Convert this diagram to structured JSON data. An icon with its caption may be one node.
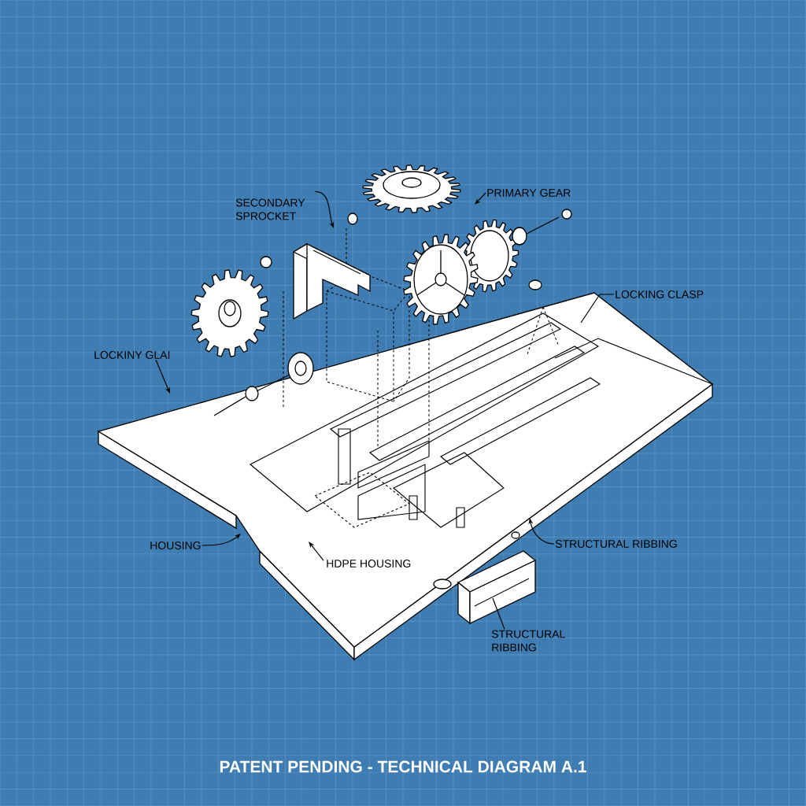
{
  "diagram": {
    "caption": "PATENT PENDING - TECHNICAL DIAGRAM A.1",
    "nodes": [
      {
        "text": [
          "SECONDARY SPROCKET"
        ]
      },
      {
        "text": [
          "PRIMARY GEAR"
        ]
      },
      {
        "text": [
          "LOCKING CLASP"
        ]
      },
      {
        "text": [
          "LOCKINY GLAI"
        ]
      },
      {
        "text": [
          "HOUSING"
        ]
      },
      {
        "text": [
          "HDPE HOUSING"
        ]
      },
      {
        "text": [
          "STRUCTURAL RIBBING"
        ]
      },
      {
        "text": [
          "STRUCTURAL RIBBING"
        ]
      }
    ],
    "edges": [
      {
        "from": 0,
        "to": null,
        "arrow": "to"
      },
      {
        "from": 1,
        "to": null,
        "arrow": "to"
      },
      {
        "from": 2,
        "to": null,
        "arrow": "none"
      },
      {
        "from": 3,
        "to": null,
        "arrow": "to"
      },
      {
        "from": 4,
        "to": null,
        "arrow": "to"
      },
      {
        "from": 5,
        "to": null,
        "arrow": "to"
      },
      {
        "from": 6,
        "to": null,
        "arrow": "to"
      },
      {
        "from": 7,
        "to": null,
        "arrow": "none"
      }
    ]
  }
}
